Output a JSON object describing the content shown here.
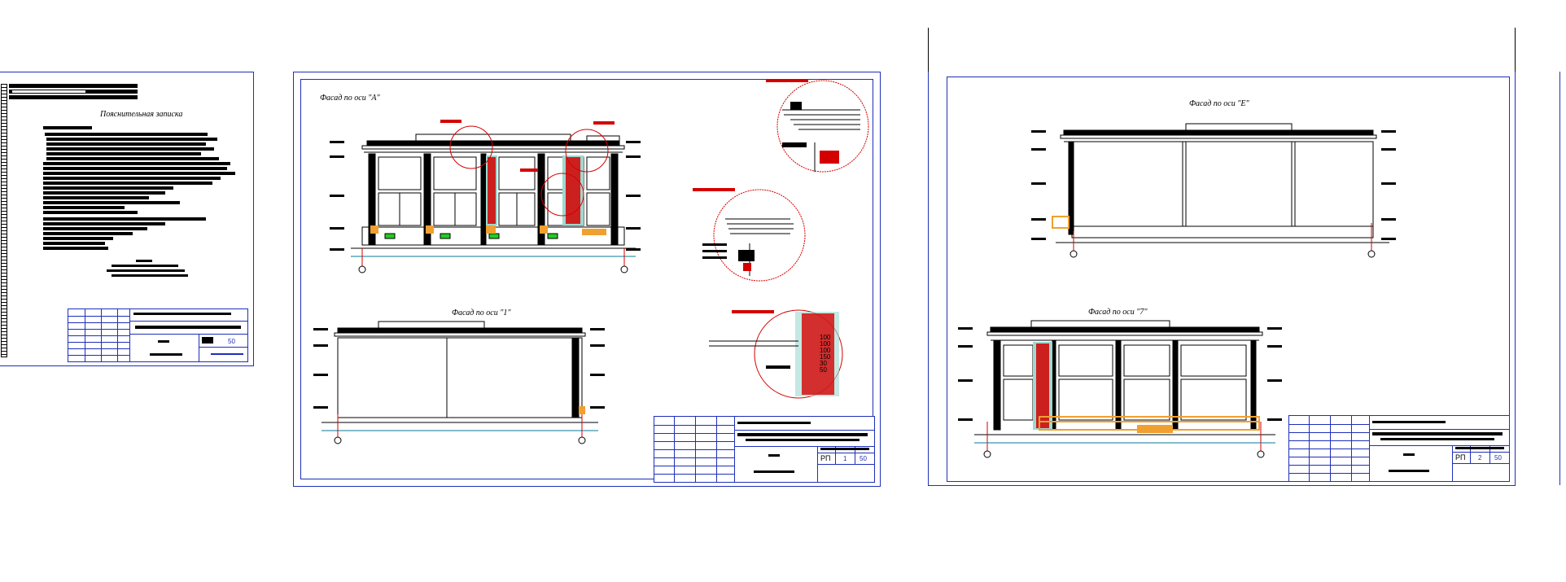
{
  "sheet1": {
    "title": "Пояснительная записка",
    "stamp": {
      "scale": "50"
    }
  },
  "sheet2": {
    "facade_a_title": "Фасад по оси \"А\"",
    "facade_1_title": "Фасад по оси \"1\"",
    "stamp": {
      "stage": "РП",
      "sheet": "1",
      "scale": "50"
    },
    "detail_dims": [
      "100",
      "100",
      "100",
      "150",
      "30",
      "50"
    ]
  },
  "sheet3": {
    "facade_e_title": "Фасад по оси \"Е\"",
    "facade_7_title": "Фасад по оси \"7\"",
    "stamp": {
      "stage": "РП",
      "sheet": "2",
      "scale": "50"
    }
  },
  "colors": {
    "frame": "#1e2fb8",
    "accent_red": "#d40000",
    "accent_orange": "#f0a030",
    "accent_green": "#22cc22",
    "glass": "#9fd8d0"
  }
}
